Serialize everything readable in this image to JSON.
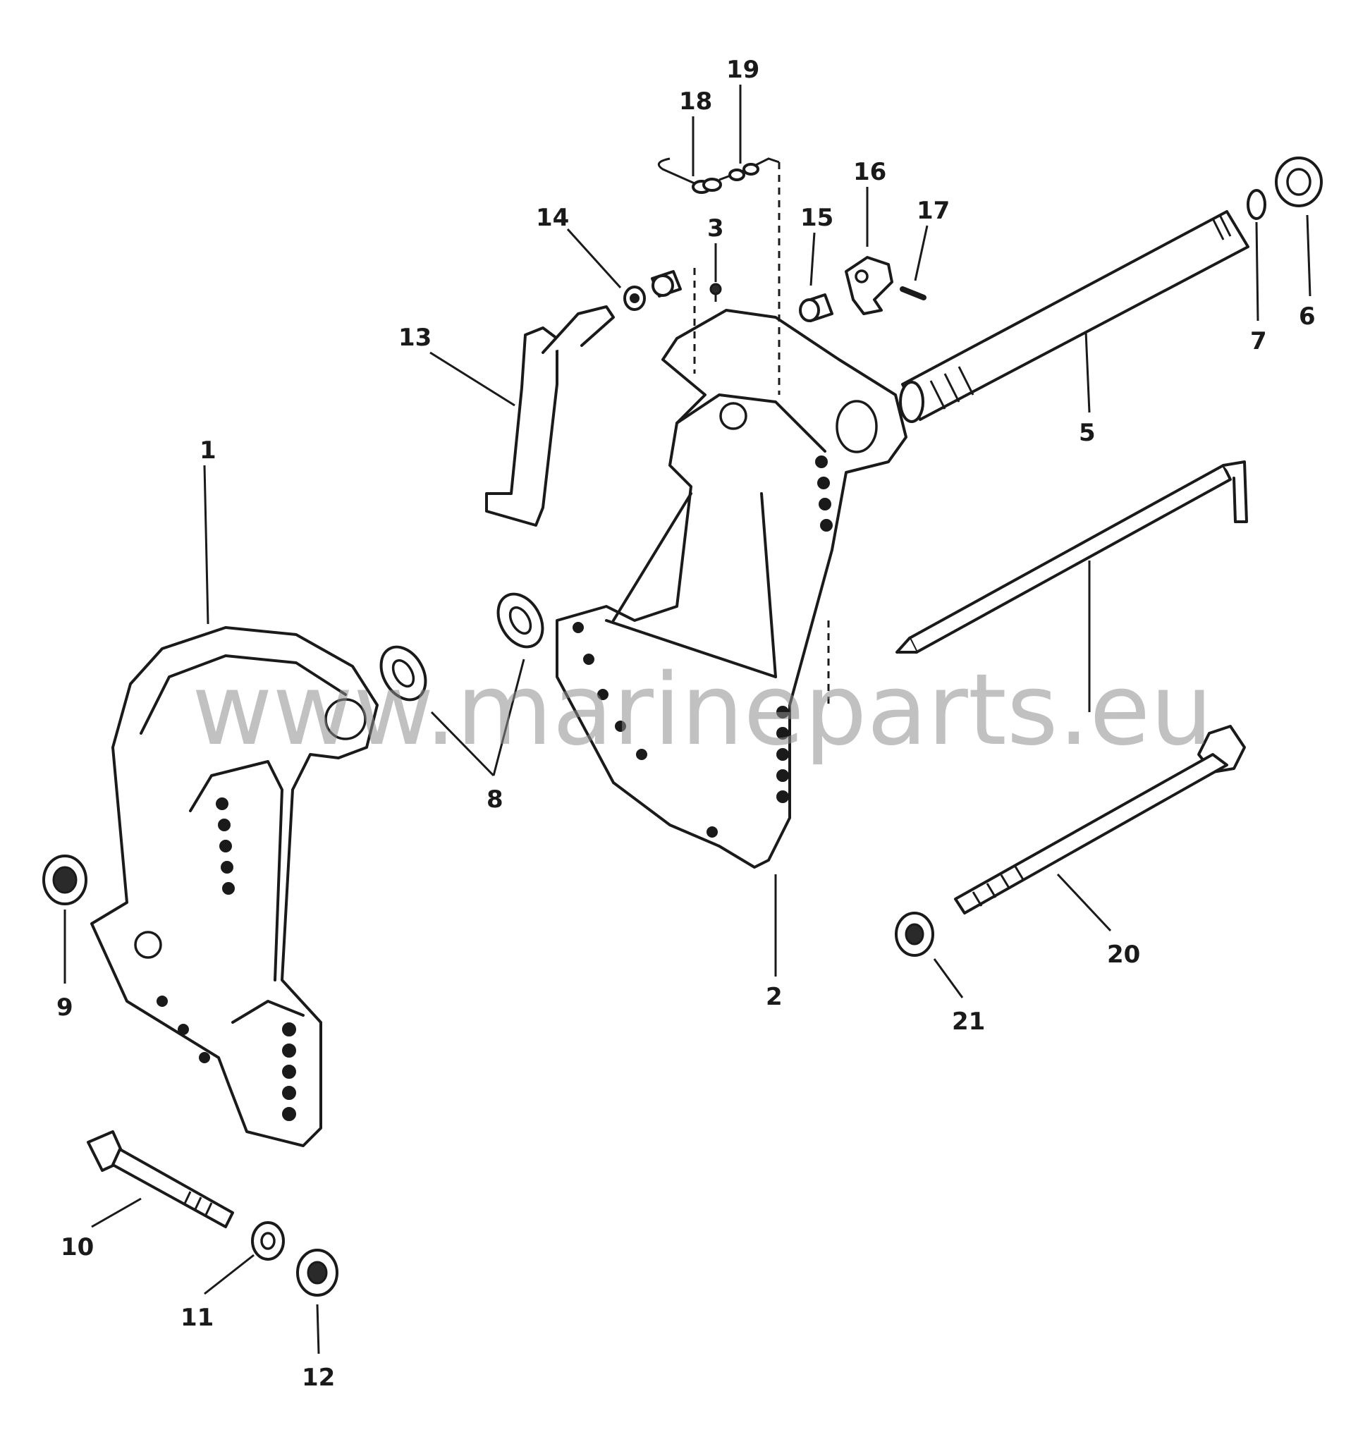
{
  "diagram": {
    "watermark": "www.marineparts.eu",
    "callouts": [
      {
        "id": "1",
        "label": "1"
      },
      {
        "id": "2",
        "label": "2"
      },
      {
        "id": "3",
        "label": "3"
      },
      {
        "id": "5",
        "label": "5"
      },
      {
        "id": "6",
        "label": "6"
      },
      {
        "id": "7",
        "label": "7"
      },
      {
        "id": "8",
        "label": "8"
      },
      {
        "id": "9",
        "label": "9"
      },
      {
        "id": "10",
        "label": "10"
      },
      {
        "id": "11",
        "label": "11"
      },
      {
        "id": "12",
        "label": "12"
      },
      {
        "id": "13",
        "label": "13"
      },
      {
        "id": "14",
        "label": "14"
      },
      {
        "id": "15",
        "label": "15"
      },
      {
        "id": "16",
        "label": "16"
      },
      {
        "id": "17",
        "label": "17"
      },
      {
        "id": "18",
        "label": "18"
      },
      {
        "id": "19",
        "label": "19"
      },
      {
        "id": "20",
        "label": "20"
      },
      {
        "id": "21",
        "label": "21"
      }
    ]
  }
}
